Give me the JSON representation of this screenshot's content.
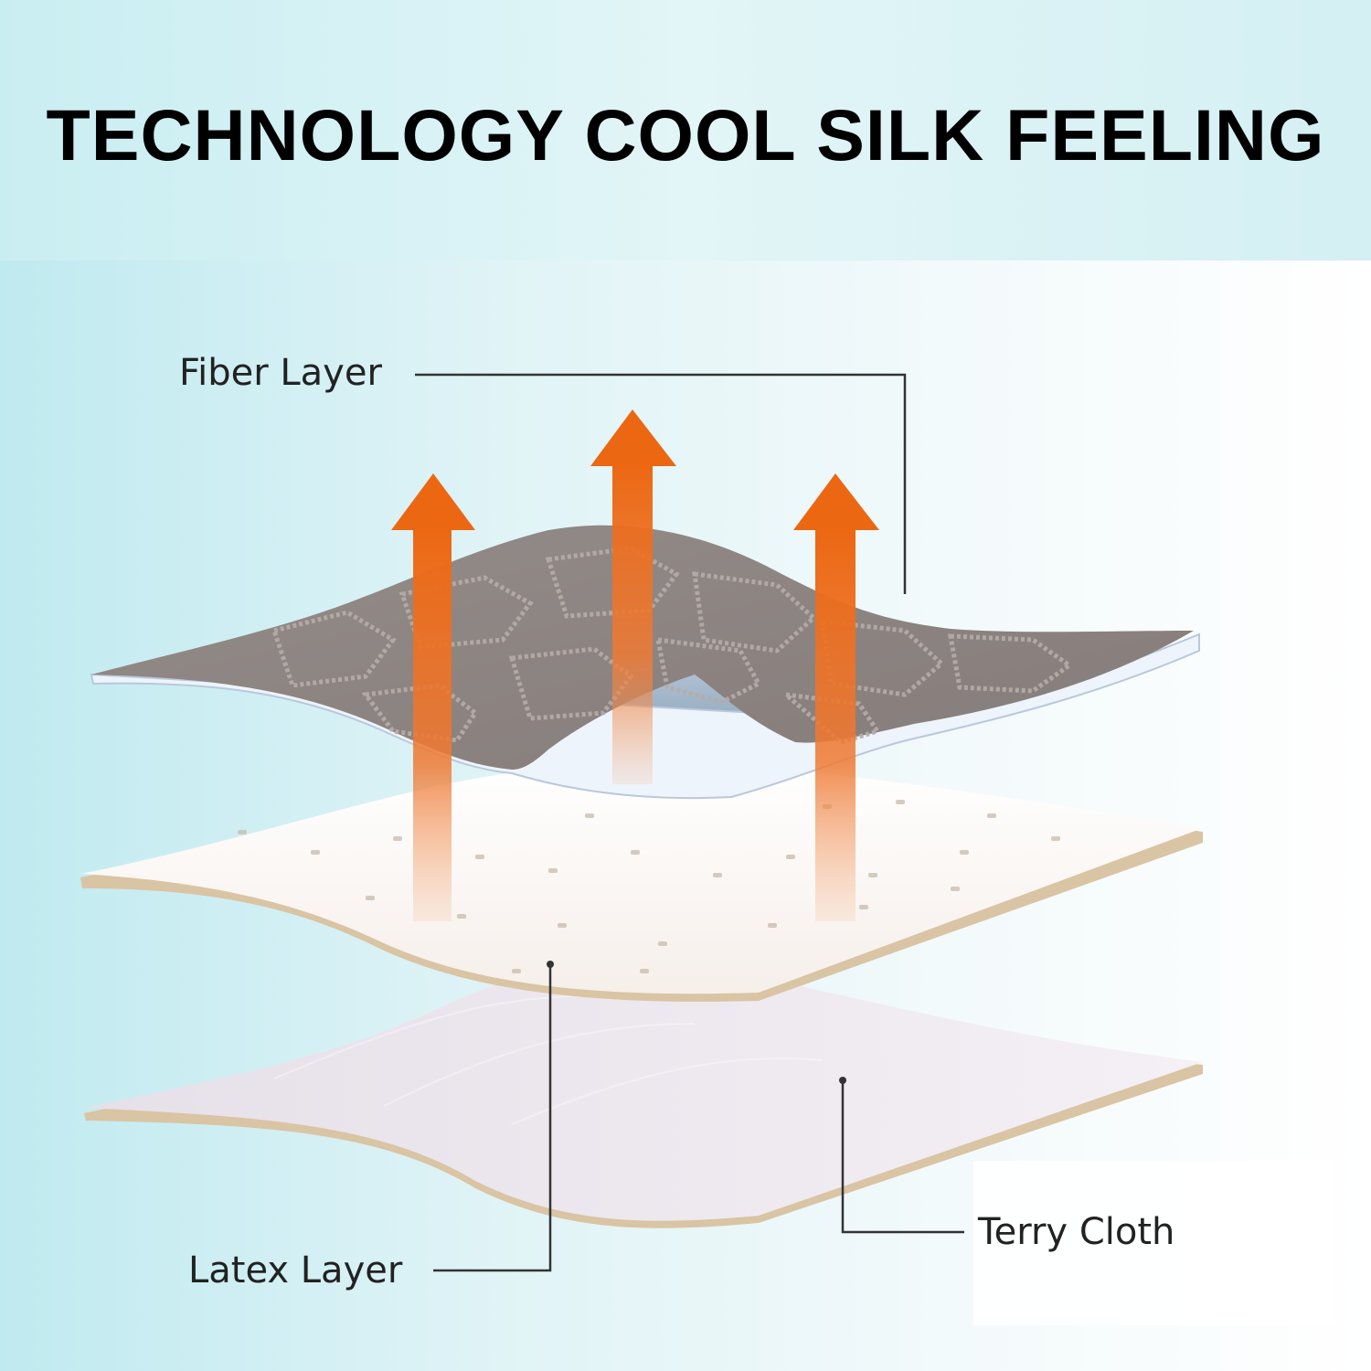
{
  "header": {
    "title": "TECHNOLOGY COOL SILK FEELING"
  },
  "labels": {
    "fiber": "Fiber Layer",
    "latex": "Latex Layer",
    "terry": "Terry Cloth"
  },
  "colors": {
    "arrow": "#ec6712",
    "fiber_layer": "#8d8583",
    "fiber_underside": "#9eb2c6",
    "latex_layer": "#faf5f2",
    "latex_edge": "#d8c3a3",
    "terry_layer": "#ece6ee",
    "terry_edge": "#d8c3a3",
    "leader_line": "#333333"
  },
  "icons": [
    "heat-arrow-icon",
    "heat-arrow-icon",
    "heat-arrow-icon"
  ]
}
